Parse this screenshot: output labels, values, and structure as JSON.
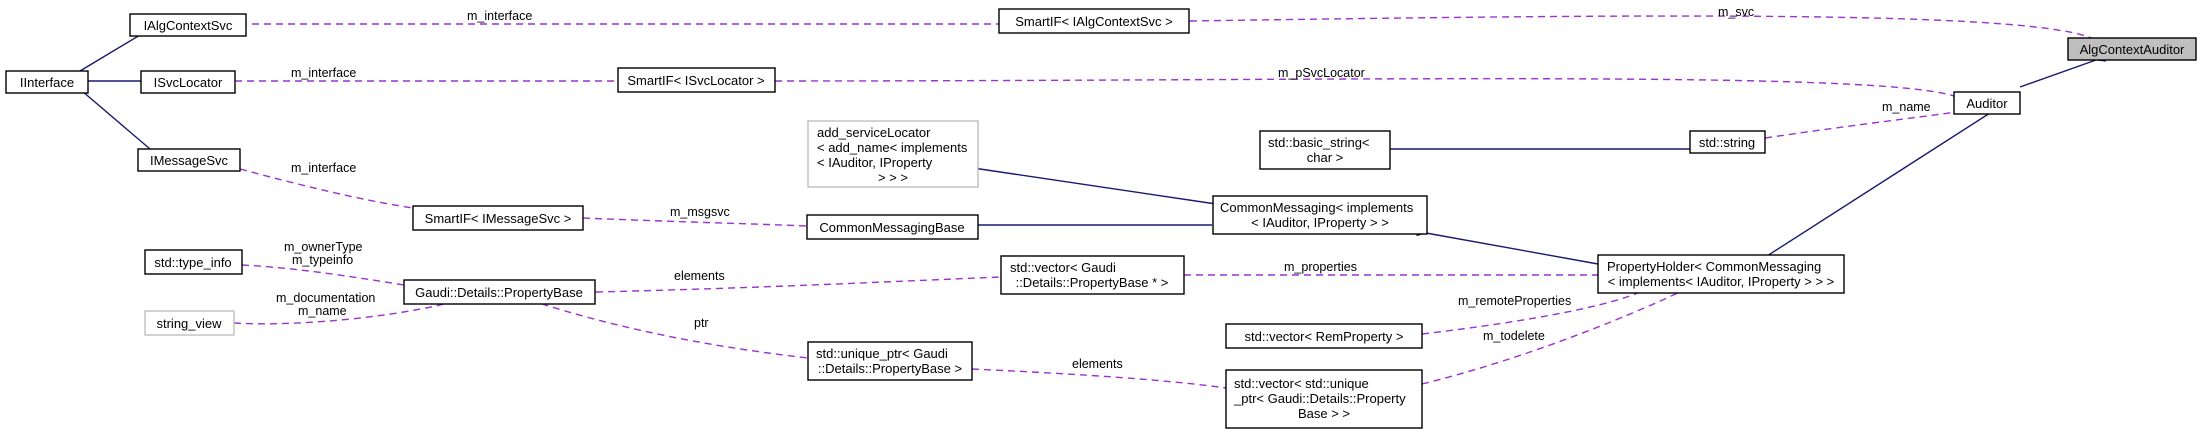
{
  "diagram": {
    "colors": {
      "inheritance_edge": "#191970",
      "member_edge": "#9a32cd",
      "focus_fill": "#bfbfbf",
      "undocumented_border": "#bfbfbf"
    },
    "nodes": {
      "algcontextauditor": [
        "AlgContextAuditor"
      ],
      "auditor": [
        "Auditor"
      ],
      "ialgcontextsvc": [
        "IAlgContextSvc"
      ],
      "iinterface": [
        "IInterface"
      ],
      "isvclocator": [
        "ISvcLocator"
      ],
      "imessagesvc": [
        "IMessageSvc"
      ],
      "smartif_ialgcontextsvc": [
        "SmartIF< IAlgContextSvc >"
      ],
      "smartif_isvclocator": [
        "SmartIF< ISvcLocator >"
      ],
      "smartif_imessagesvc": [
        "SmartIF< IMessageSvc >"
      ],
      "add_servicelocator": [
        "add_serviceLocator",
        "< add_name< implements",
        "< IAuditor, IProperty",
        "> > >"
      ],
      "std_basic_string": [
        "std::basic_string<",
        "char >"
      ],
      "std_string": [
        "std::string"
      ],
      "commonmessaging_impl": [
        "CommonMessaging< implements",
        "< IAuditor, IProperty > >"
      ],
      "commonmessagingbase": [
        "CommonMessagingBase"
      ],
      "propertyholder": [
        "PropertyHolder< CommonMessaging",
        "< implements< IAuditor, IProperty > > >"
      ],
      "std_type_info": [
        "std::type_info"
      ],
      "string_view": [
        "string_view"
      ],
      "propertybase": [
        "Gaudi::Details::PropertyBase"
      ],
      "vector_propertybase": [
        "std::vector< Gaudi",
        "::Details::PropertyBase * >"
      ],
      "vector_remproperty": [
        "std::vector< RemProperty >"
      ],
      "unique_ptr_propertybase": [
        "std::unique_ptr< Gaudi",
        "::Details::PropertyBase >"
      ],
      "vector_unique_ptr": [
        "std::vector< std::unique",
        "_ptr< Gaudi::Details::Property",
        "Base > >"
      ]
    },
    "edge_labels": {
      "m_svc": "m_svc",
      "m_interface_algctx": "m_interface",
      "m_pSvcLocator": "m_pSvcLocator",
      "m_interface_svcloc": "m_interface",
      "m_name_string": "m_name",
      "m_interface_msgsvc": "m_interface",
      "m_msgsvc": "m_msgsvc",
      "m_properties": "m_properties",
      "elements_vector": "elements",
      "m_ownerType_typeinfo": [
        "m_ownerType",
        "m_typeinfo"
      ],
      "m_documentation_name": [
        "m_documentation",
        "m_name"
      ],
      "m_remoteProperties": "m_remoteProperties",
      "m_todelete": "m_todelete",
      "ptr": "ptr",
      "elements_unique": "elements"
    }
  }
}
